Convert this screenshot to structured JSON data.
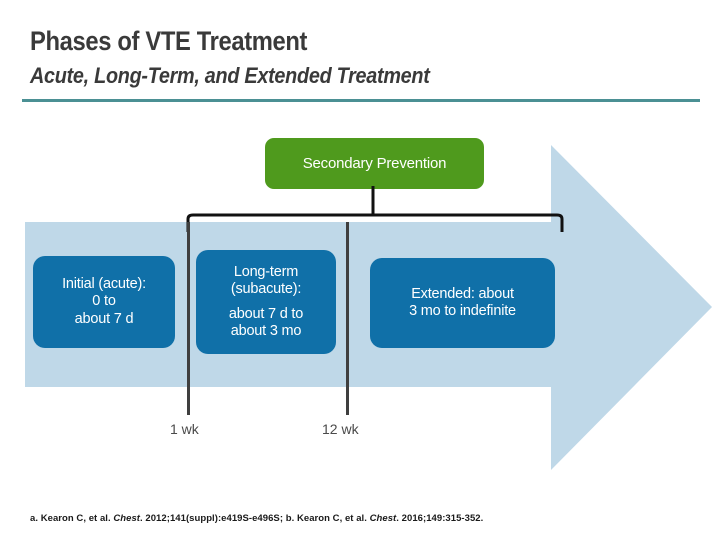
{
  "header": {
    "title": "Phases of VTE Treatment",
    "subtitle": "Acute, Long-Term, and Extended Treatment",
    "rule_color": "#4B9094"
  },
  "diagram": {
    "arrow_fill": "#BFD8E8",
    "secondary_prevention": {
      "label": "Secondary Prevention",
      "fill": "#4F9A1D",
      "text_color": "#FFFFFF"
    },
    "phase_fill": "#1070A8",
    "phases": [
      {
        "name": "initial",
        "line1": "Initial (acute):",
        "line2": "0 to",
        "line3": "about 7 d"
      },
      {
        "name": "long-term",
        "line1": "Long-term",
        "line2": "(subacute):",
        "line3": "about 7 d to",
        "line4": "about 3 mo"
      },
      {
        "name": "extended",
        "line1": "Extended: about",
        "line2": "3 mo to indefinite"
      }
    ],
    "timeline_ticks": [
      {
        "name": "1wk",
        "label": "1 wk"
      },
      {
        "name": "12wk",
        "label": "12 wk"
      }
    ],
    "bracket_color": "#111111"
  },
  "footnote": {
    "part_a_prefix": "a. Kearon C, et al. ",
    "part_a_journal": "Chest",
    "part_a_suffix": ". 2012;141(suppl):e419S-e496S; ",
    "part_b_prefix": "b. Kearon C, et al. ",
    "part_b_journal": "Chest",
    "part_b_suffix": ". 2016;149:315-352."
  }
}
